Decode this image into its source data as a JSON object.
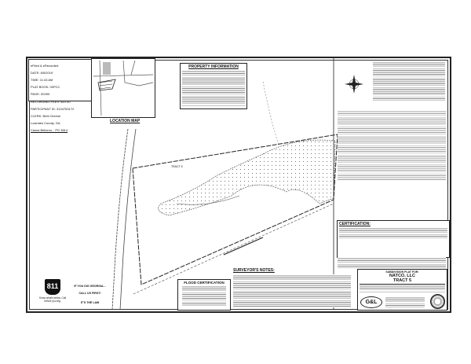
{
  "recording_stamp": {
    "lines": [
      "eFiled & eRecorded",
      "DATE: 6/5/2019",
      "TIME: 11:43 AM",
      "PLAT BOOK: 00PCC",
      "PAGE: 00490",
      "RECORDING FEES: $10.00",
      "PARTICIPANT ID: 3134753172",
      "CLERK: Beth Greene",
      "Lowndes County, GA",
      "Cassa Bellomo... PG 3614"
    ]
  },
  "location_map": {
    "title": "LOCATION MAP"
  },
  "property_information": {
    "title": "PROPERTY INFORMATION"
  },
  "certification": {
    "title": "CERTIFICATION:"
  },
  "surveyors_notes": {
    "title": "SURVEYOR'S NOTES:"
  },
  "flood_certification": {
    "title": "FLOOD CERTIFICATION"
  },
  "call_811": {
    "logo": "811",
    "line1": "IF YOU DIG GEORGIA...",
    "line2": "CALL US FIRST!",
    "line3": "IT'S THE LAW",
    "footer": "Know what's below. Call before you dig."
  },
  "title_block": {
    "header": "SUBDIVISION PLAT FOR:",
    "owner": "NATCO, LLC",
    "tract": "TRACT 5",
    "firm_logo": "G&L"
  },
  "tract_label": "TRACT 5",
  "colors": {
    "ink": "#222222",
    "paper": "#ffffff"
  }
}
